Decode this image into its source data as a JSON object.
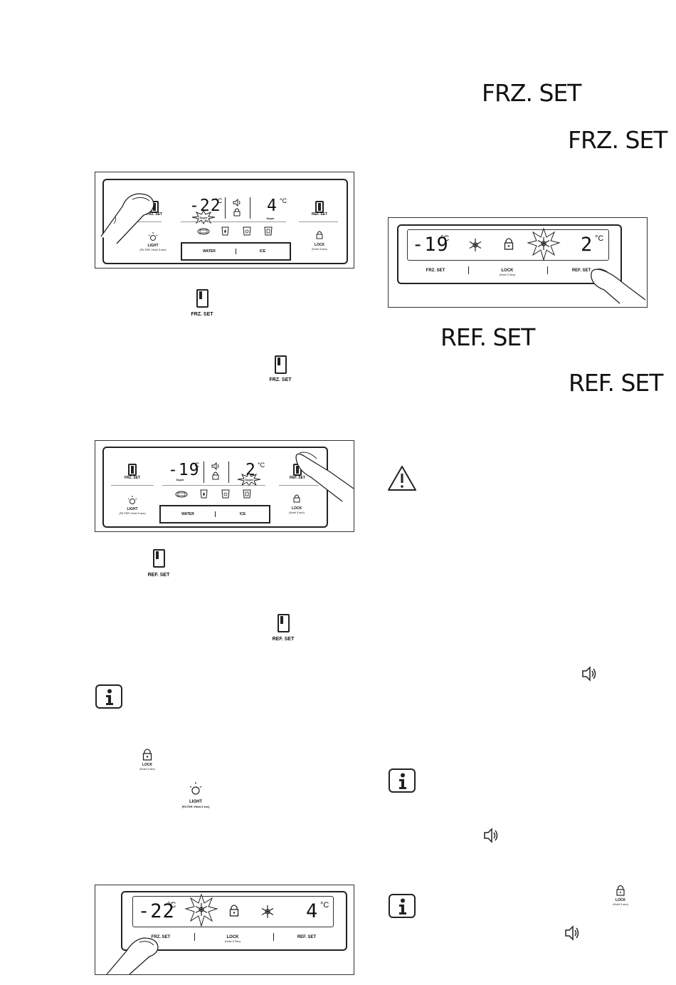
{
  "right_headings": {
    "frz_set_1": "FRZ. SET",
    "frz_set_2": "FRZ. SET",
    "ref_set_1": "REF. SET",
    "ref_set_2": "REF. SET"
  },
  "panel1": {
    "frz_temp": "-22",
    "ref_temp": "4",
    "unit": "°C",
    "super_label": "Super",
    "ref_super_label": "Super",
    "frz_set": "FRZ. SET",
    "ref_set": "REF. SET",
    "light": "LIGHT",
    "light_sub": "(FILTER :Hold 3 sec)",
    "lock": "LOCK",
    "lock_sub": "(Hold 3 sec)",
    "water": "WATER",
    "ice": "ICE"
  },
  "inline_icons": {
    "frz_set_a": "FRZ. SET",
    "frz_set_b": "FRZ. SET",
    "ref_set_a": "REF. SET",
    "ref_set_b": "REF. SET"
  },
  "panel2": {
    "frz_temp": "-19",
    "ref_temp": "2",
    "unit": "°C",
    "super_label": "Super",
    "ref_super_label": "Super",
    "frz_set": "FRZ. SET",
    "ref_set": "REF. SET",
    "light": "LIGHT",
    "light_sub": "(FILTER :Hold 3 sec)",
    "lock": "LOCK",
    "lock_sub": "(Hold 3 sec)",
    "water": "WATER",
    "ice": "ICE"
  },
  "panel3": {
    "frz_temp": "-19",
    "ref_temp": "2",
    "unit": "°C",
    "frz_set": "FRZ. SET",
    "lock": "LOCK",
    "lock_sub": "(Hold 3 Sec)",
    "ref_set": "REF. SET"
  },
  "panel4": {
    "frz_temp": "-22",
    "ref_temp": "4",
    "unit": "°C",
    "frz_set": "FRZ. SET",
    "lock": "LOCK",
    "lock_sub": "(Hold 3 Sec)",
    "ref_set": "REF. SET"
  },
  "lock_icon_text": {
    "label": "LOCK",
    "sub": "(Hold 3 sec)"
  },
  "light_icon_text": {
    "label": "LIGHT",
    "sub": "(FILTER :Hold 3 sec)"
  },
  "lock_icon_text_right": {
    "label": "LOCK",
    "sub": "(Hold 3 sec)"
  }
}
